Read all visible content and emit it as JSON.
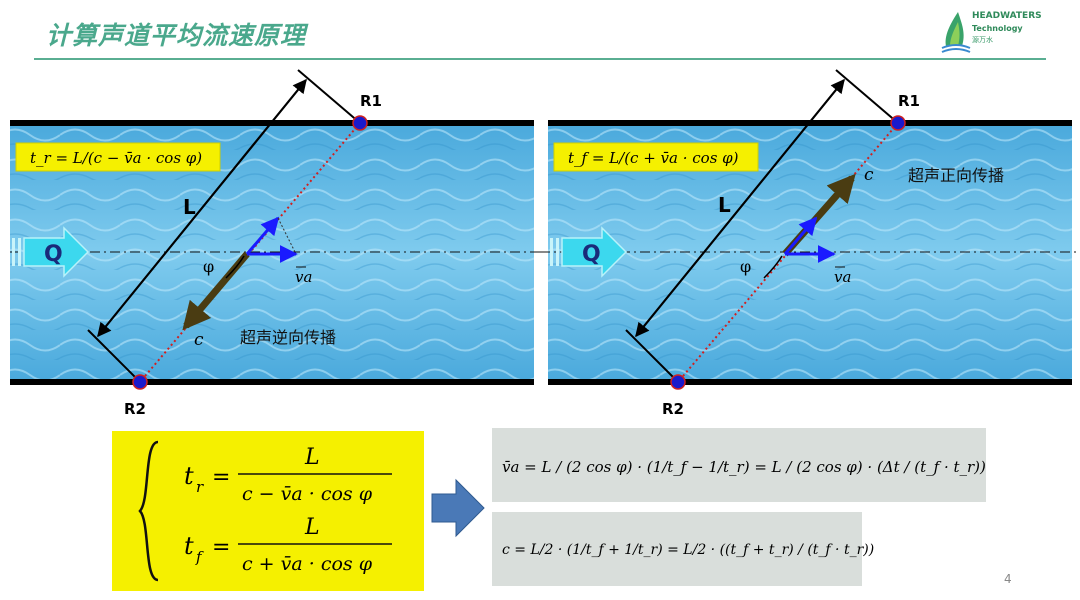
{
  "title": "计算声道平均流速原理",
  "logo": {
    "brand": "HEADWATERS",
    "sub": "Technology",
    "cn": "源万水"
  },
  "page_number": "4",
  "left_panel": {
    "formula": "t_r = L/(c − v̄a · cos φ)",
    "caption": "超声逆向传播",
    "r1": "R1",
    "r2": "R2",
    "L": "L",
    "Q": "Q",
    "phi": "φ",
    "va": "va",
    "c": "c"
  },
  "right_panel": {
    "formula": "t_f = L/(c + v̄a · cos φ)",
    "caption": "超声正向传播",
    "r1": "R1",
    "r2": "R2",
    "L": "L",
    "Q": "Q",
    "phi": "φ",
    "va": "va",
    "c": "c"
  },
  "system": {
    "tr_lhs": "t",
    "tr_sub": "r",
    "tr_num": "L",
    "tr_den": "c − v̄a · cos φ",
    "tf_lhs": "t",
    "tf_sub": "f",
    "tf_num": "L",
    "tf_den": "c + v̄a · cos φ"
  },
  "result1": "v̄a = L / (2 cos φ) · (1/t_f − 1/t_r) = L / (2 cos φ) · (Δt / (t_f · t_r))",
  "result2": "c = L/2 · (1/t_f + 1/t_r) = L/2 · ((t_f + t_r) / (t_f · t_r))",
  "colors": {
    "title": "#4aa88c",
    "water": "#5db8e4",
    "formula_bg": "#f5f000",
    "result_bg": "#d9dedb",
    "arrow": "#4a79b7",
    "transducer": "#1a1acc"
  }
}
